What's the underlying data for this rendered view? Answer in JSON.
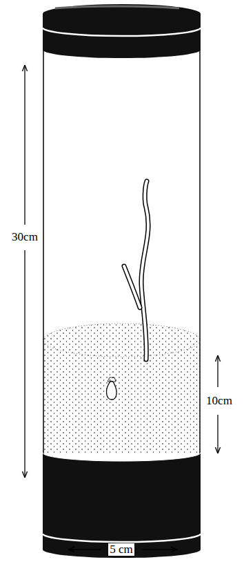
{
  "diagram": {
    "labels": [
      "30cm",
      "10cm",
      "5 cm"
    ]
  }
}
